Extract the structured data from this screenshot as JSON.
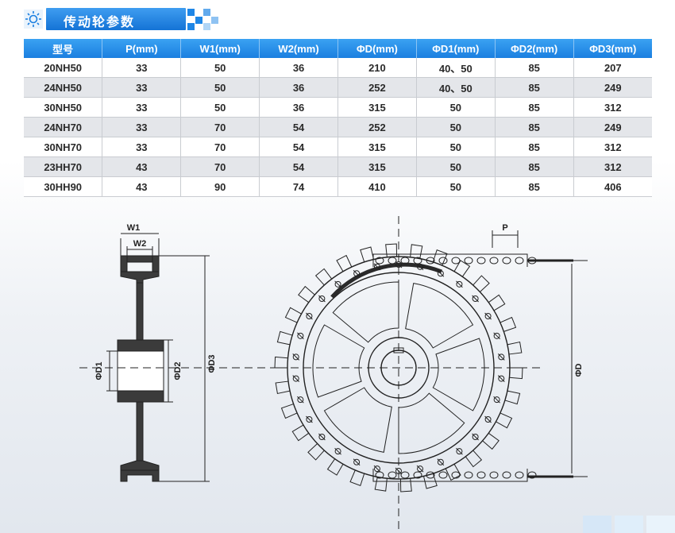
{
  "header": {
    "title": "传动轮参数",
    "icon": "sun-icon",
    "accent": "#1b7fe0"
  },
  "table": {
    "columns": [
      "型号",
      "P(mm)",
      "W1(mm)",
      "W2(mm)",
      "ΦD(mm)",
      "ΦD1(mm)",
      "ΦD2(mm)",
      "ΦD3(mm)"
    ],
    "rows": [
      [
        "20NH50",
        "33",
        "50",
        "36",
        "210",
        "40、50",
        "85",
        "207"
      ],
      [
        "24NH50",
        "33",
        "50",
        "36",
        "252",
        "40、50",
        "85",
        "249"
      ],
      [
        "30NH50",
        "33",
        "50",
        "36",
        "315",
        "50",
        "85",
        "312"
      ],
      [
        "24NH70",
        "33",
        "70",
        "54",
        "252",
        "50",
        "85",
        "249"
      ],
      [
        "30NH70",
        "33",
        "70",
        "54",
        "315",
        "50",
        "85",
        "312"
      ],
      [
        "23HH70",
        "43",
        "70",
        "54",
        "315",
        "50",
        "85",
        "312"
      ],
      [
        "30HH90",
        "43",
        "90",
        "74",
        "410",
        "50",
        "85",
        "406"
      ]
    ]
  },
  "diagram": {
    "side_labels": {
      "w1": "W1",
      "w2": "W2",
      "d1": "ΦD1",
      "d2": "ΦD2",
      "d3": "ΦD3"
    },
    "front_labels": {
      "p": "P",
      "d": "ΦD"
    }
  }
}
